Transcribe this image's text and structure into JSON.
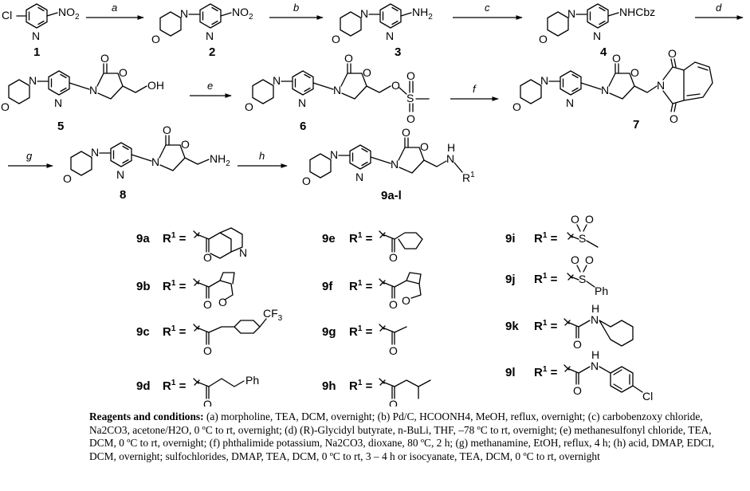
{
  "compounds": [
    {
      "id": "1"
    },
    {
      "id": "2"
    },
    {
      "id": "3"
    },
    {
      "id": "4"
    },
    {
      "id": "5"
    },
    {
      "id": "6"
    },
    {
      "id": "7"
    },
    {
      "id": "8"
    },
    {
      "id": "9a-l"
    }
  ],
  "steps": [
    "a",
    "b",
    "c",
    "d",
    "e",
    "f",
    "g",
    "h"
  ],
  "atom_labels": {
    "cl": "Cl",
    "no2": "NO",
    "no2_sub": "2",
    "nh2": "NH",
    "nh2_sub": "2",
    "nhcbz": "NHCbz",
    "oh": "OH",
    "n": "N",
    "o": "O",
    "s": "S",
    "h": "H",
    "ph": "Ph",
    "cf3": "CF",
    "cf3_sub": "3",
    "r1": "R",
    "r1_sup": "1"
  },
  "substituents": [
    {
      "code": "9a",
      "label": "R",
      "sup": "1",
      "eq": " ="
    },
    {
      "code": "9b",
      "label": "R",
      "sup": "1",
      "eq": " ="
    },
    {
      "code": "9c",
      "label": "R",
      "sup": "1",
      "eq": " ="
    },
    {
      "code": "9d",
      "label": "R",
      "sup": "1",
      "eq": " ="
    },
    {
      "code": "9e",
      "label": "R",
      "sup": "1",
      "eq": " ="
    },
    {
      "code": "9f",
      "label": "R",
      "sup": "1",
      "eq": " ="
    },
    {
      "code": "9g",
      "label": "R",
      "sup": "1",
      "eq": " ="
    },
    {
      "code": "9h",
      "label": "R",
      "sup": "1",
      "eq": " ="
    },
    {
      "code": "9i",
      "label": "R",
      "sup": "1",
      "eq": " ="
    },
    {
      "code": "9j",
      "label": "R",
      "sup": "1",
      "eq": " ="
    },
    {
      "code": "9k",
      "label": "R",
      "sup": "1",
      "eq": " ="
    },
    {
      "code": "9l",
      "label": "R",
      "sup": "1",
      "eq": " ="
    }
  ],
  "conditions": {
    "lead": "Reagents and conditions:",
    "body": " (a) morpholine, TEA, DCM, overnight; (b) Pd/C, HCOONH4, MeOH, reflux, overnight; (c) carbobenzoxy chloride, Na2CO3, acetone/H2O, 0 ºC to rt, overnight; (d) (R)-Glycidyl butyrate, n-BuLi, THF, –78 ºC to rt, overnight; (e) methanesulfonyl chloride, TEA, DCM, 0 ºC to rt, overnight; (f) phthalimide potassium, Na2CO3, dioxane, 80 ºC, 2 h; (g) methanamine, EtOH, reflux, 4 h; (h) acid, DMAP, EDCI, DCM, overnight; sulfochlorides, DMAP, TEA, DCM, 0 ºC to rt, 3 – 4 h or isocyanate, TEA, DCM, 0 ºC to rt, overnight"
  }
}
